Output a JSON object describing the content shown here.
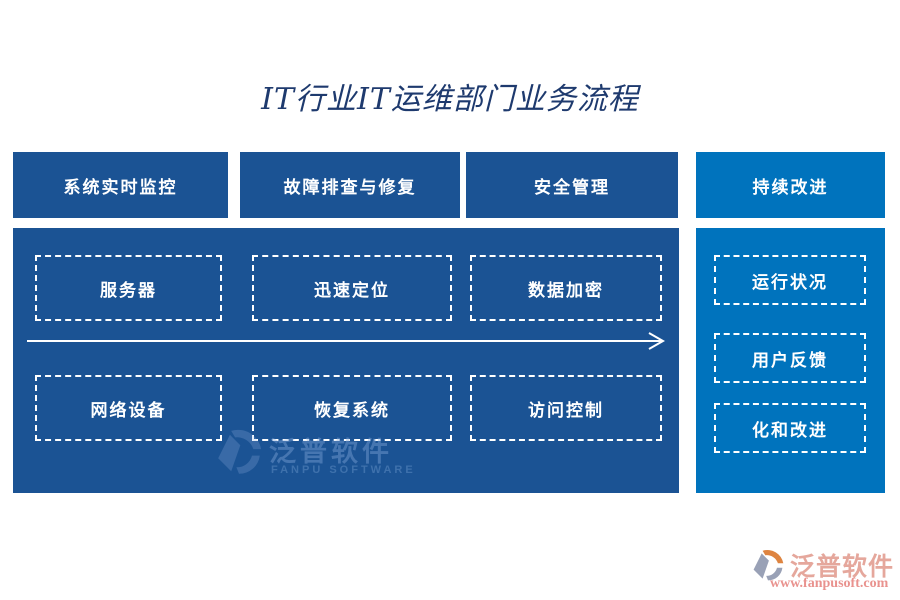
{
  "title": "IT行业IT运维部门业务流程",
  "colors": {
    "dark_blue": "#1b5394",
    "bright_blue": "#0073bd",
    "title_blue": "#1e3a6e",
    "logo_salmon": "#e5a79c",
    "logo_pink": "#e9928e",
    "logo_gray": "#99a1b6",
    "logo_orange": "#de8440"
  },
  "headers": [
    {
      "label": "系统实时监控"
    },
    {
      "label": "故障排查与修复"
    },
    {
      "label": "安全管理"
    },
    {
      "label": "持续改进"
    }
  ],
  "main_panel": {
    "row1": [
      {
        "label": "服务器"
      },
      {
        "label": "迅速定位"
      },
      {
        "label": "数据加密"
      }
    ],
    "row2": [
      {
        "label": "网络设备"
      },
      {
        "label": "恢复系统"
      },
      {
        "label": "访问控制"
      }
    ]
  },
  "side_panel": {
    "items": [
      {
        "label": "运行状况"
      },
      {
        "label": "用户反馈"
      },
      {
        "label": "化和改进"
      }
    ]
  },
  "watermark": {
    "cn": "泛普软件",
    "en": "FANPU SOFTWARE"
  },
  "footer_logo": {
    "name": "泛普软件",
    "url": "www.fanpusoft.com"
  }
}
